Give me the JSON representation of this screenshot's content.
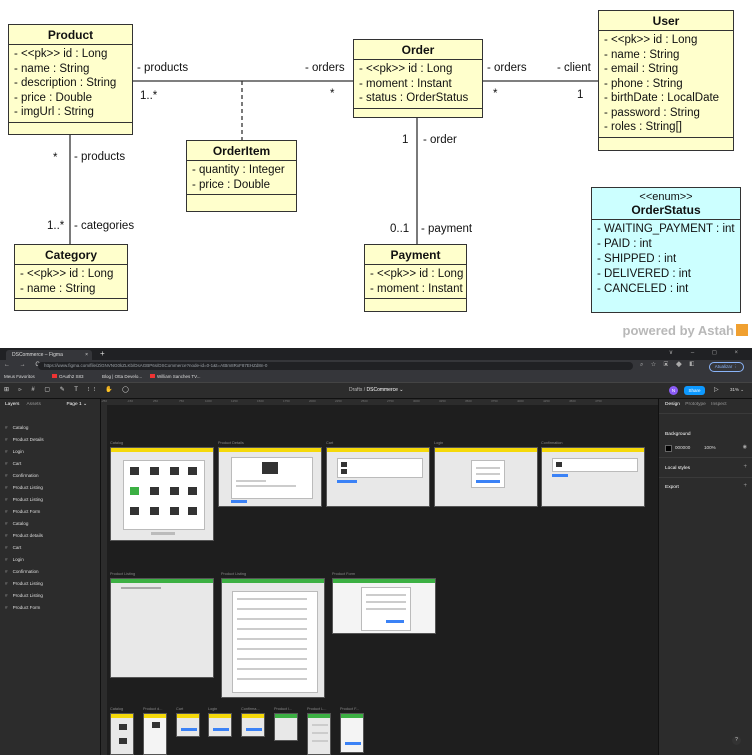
{
  "diagram": {
    "classes": {
      "product": {
        "name": "Product",
        "attrs": [
          "- <<pk>> id : Long",
          "- name : String",
          "- description : String",
          "- price : Double",
          "- imgUrl : String"
        ]
      },
      "order": {
        "name": "Order",
        "attrs": [
          "- <<pk>> id : Long",
          "- moment : Instant",
          "- status : OrderStatus"
        ]
      },
      "user": {
        "name": "User",
        "attrs": [
          "- <<pk>> id : Long",
          "- name : String",
          "- email : String",
          "- phone : String",
          "- birthDate : LocalDate",
          "- password : String",
          "- roles : String[]"
        ]
      },
      "orderitem": {
        "name": "OrderItem",
        "attrs": [
          "- quantity : Integer",
          "- price : Double"
        ]
      },
      "category": {
        "name": "Category",
        "attrs": [
          "- <<pk>> id : Long",
          "- name : String"
        ]
      },
      "payment": {
        "name": "Payment",
        "attrs": [
          "- <<pk>> id : Long",
          "- moment : Instant"
        ]
      },
      "orderstatus": {
        "stereotype": "<<enum>>",
        "name": "OrderStatus",
        "attrs": [
          "- WAITING_PAYMENT : int",
          "- PAID : int",
          "- SHIPPED : int",
          "- DELIVERED : int",
          "- CANCELED : int"
        ]
      }
    },
    "labels": {
      "products_role": "- products",
      "products_mult": "1..*",
      "orders_role": "- orders",
      "orders_mult": "*",
      "orders_role2": "- orders",
      "orders_mult2": "*",
      "client_role": "- client",
      "client_mult": "1",
      "cat_products_mult": "*",
      "cat_products_role": "- products",
      "categories_mult": "1..*",
      "categories_role": "- categories",
      "order_mult": "1",
      "order_role": "- order",
      "payment_mult": "0..1",
      "payment_role": "- payment"
    },
    "powered_by": "powered by Astah"
  },
  "browser": {
    "tab_title": "DSCommerce – Figma",
    "tab_close": "×",
    "new_tab": "+",
    "window_controls": "∨  –  ◻  ×",
    "nav_icons": "← → C",
    "url": "https://www.figma.com/file/ZiGNVNG0kZLKb/DsAGBP6s/DSCommerce?node-id=0-1&t=AtBm8RxF87EHZd8n-0",
    "update_label": "Atualizar ⋮",
    "bookmarks": [
      "Meus Favoritos",
      "OAuth2 S83",
      "Blog | Otta Develo...",
      "William Sanches TV..."
    ]
  },
  "figma": {
    "tools": "⊞ ▹ # ▢ ✎ T ⁝⁝ ✋ ◯",
    "breadcrumb_prefix": "Drafts /",
    "file_name": "DSCommerce ⌄",
    "avatar_initial": "N",
    "share_label": "Share",
    "play_icon": "▷",
    "zoom_label": "31% ⌄",
    "left_tabs": [
      "Layers",
      "Assets"
    ],
    "page_label": "Page 1 ⌄",
    "layers": [
      "Catalog",
      "Product Details",
      "Login",
      "Cart",
      "Confirmation",
      "Product Listing",
      "Product Listing",
      "Product Form",
      "Catalog",
      "Product details",
      "Cart",
      "Login",
      "Confirmation",
      "Product Listing",
      "Product Listing",
      "Product Form"
    ],
    "right_tabs": [
      "Design",
      "Prototype",
      "Inspect"
    ],
    "background_label": "Background",
    "background_value": "000000",
    "background_opacity": "100%",
    "local_styles_label": "Local styles",
    "export_label": "Export",
    "help_label": "?",
    "frame_labels": [
      "Catalog",
      "Product Details",
      "Cart",
      "Login",
      "Confirmation",
      "Product Listing",
      "Product Listing",
      "Product Form",
      "Catalog",
      "Product d...",
      "Cart",
      "Login",
      "Confirma...",
      "Product l...",
      "Product L...",
      "Product F..."
    ],
    "ruler_marks": [
      "-250",
      "-150",
      "250",
      "750",
      "1000",
      "1250",
      "1500",
      "1750",
      "2000",
      "2250",
      "2500",
      "2750",
      "3000",
      "3250",
      "3500",
      "3750",
      "4000",
      "4250",
      "4500",
      "4750"
    ]
  }
}
